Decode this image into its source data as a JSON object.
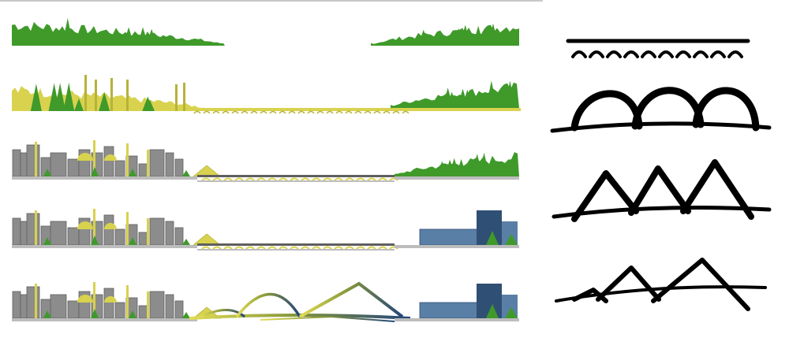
{
  "colors": {
    "tree": "#3f9a2a",
    "tree_light": "#6cb83e",
    "old_city": "#d8d24e",
    "old_city_dark": "#b7b23a",
    "building": "#8c8c8c",
    "building_dark": "#5f5f5f",
    "ground": "#bdbdbd",
    "new_building": "#5a7fa6",
    "new_building_dark": "#2f4f75",
    "bridge_gradient_start": "#e2dd55",
    "bridge_gradient_end": "#24457a",
    "sketch": "#000000"
  },
  "panels": [
    {
      "id": "stage-1",
      "name": "nature-only"
    },
    {
      "id": "stage-2",
      "name": "old-city-and-stone-bridge"
    },
    {
      "id": "stage-3",
      "name": "modern-city-and-bridge"
    },
    {
      "id": "stage-4",
      "name": "modern-city-new-district"
    },
    {
      "id": "stage-5",
      "name": "new-arched-bridge"
    }
  ],
  "sketches": [
    {
      "id": "sketch-1",
      "name": "small-arches-under-deck"
    },
    {
      "id": "sketch-2",
      "name": "round-arches"
    },
    {
      "id": "sketch-3",
      "name": "pointed-arches"
    },
    {
      "id": "sketch-4",
      "name": "low-peaked-arches"
    }
  ]
}
